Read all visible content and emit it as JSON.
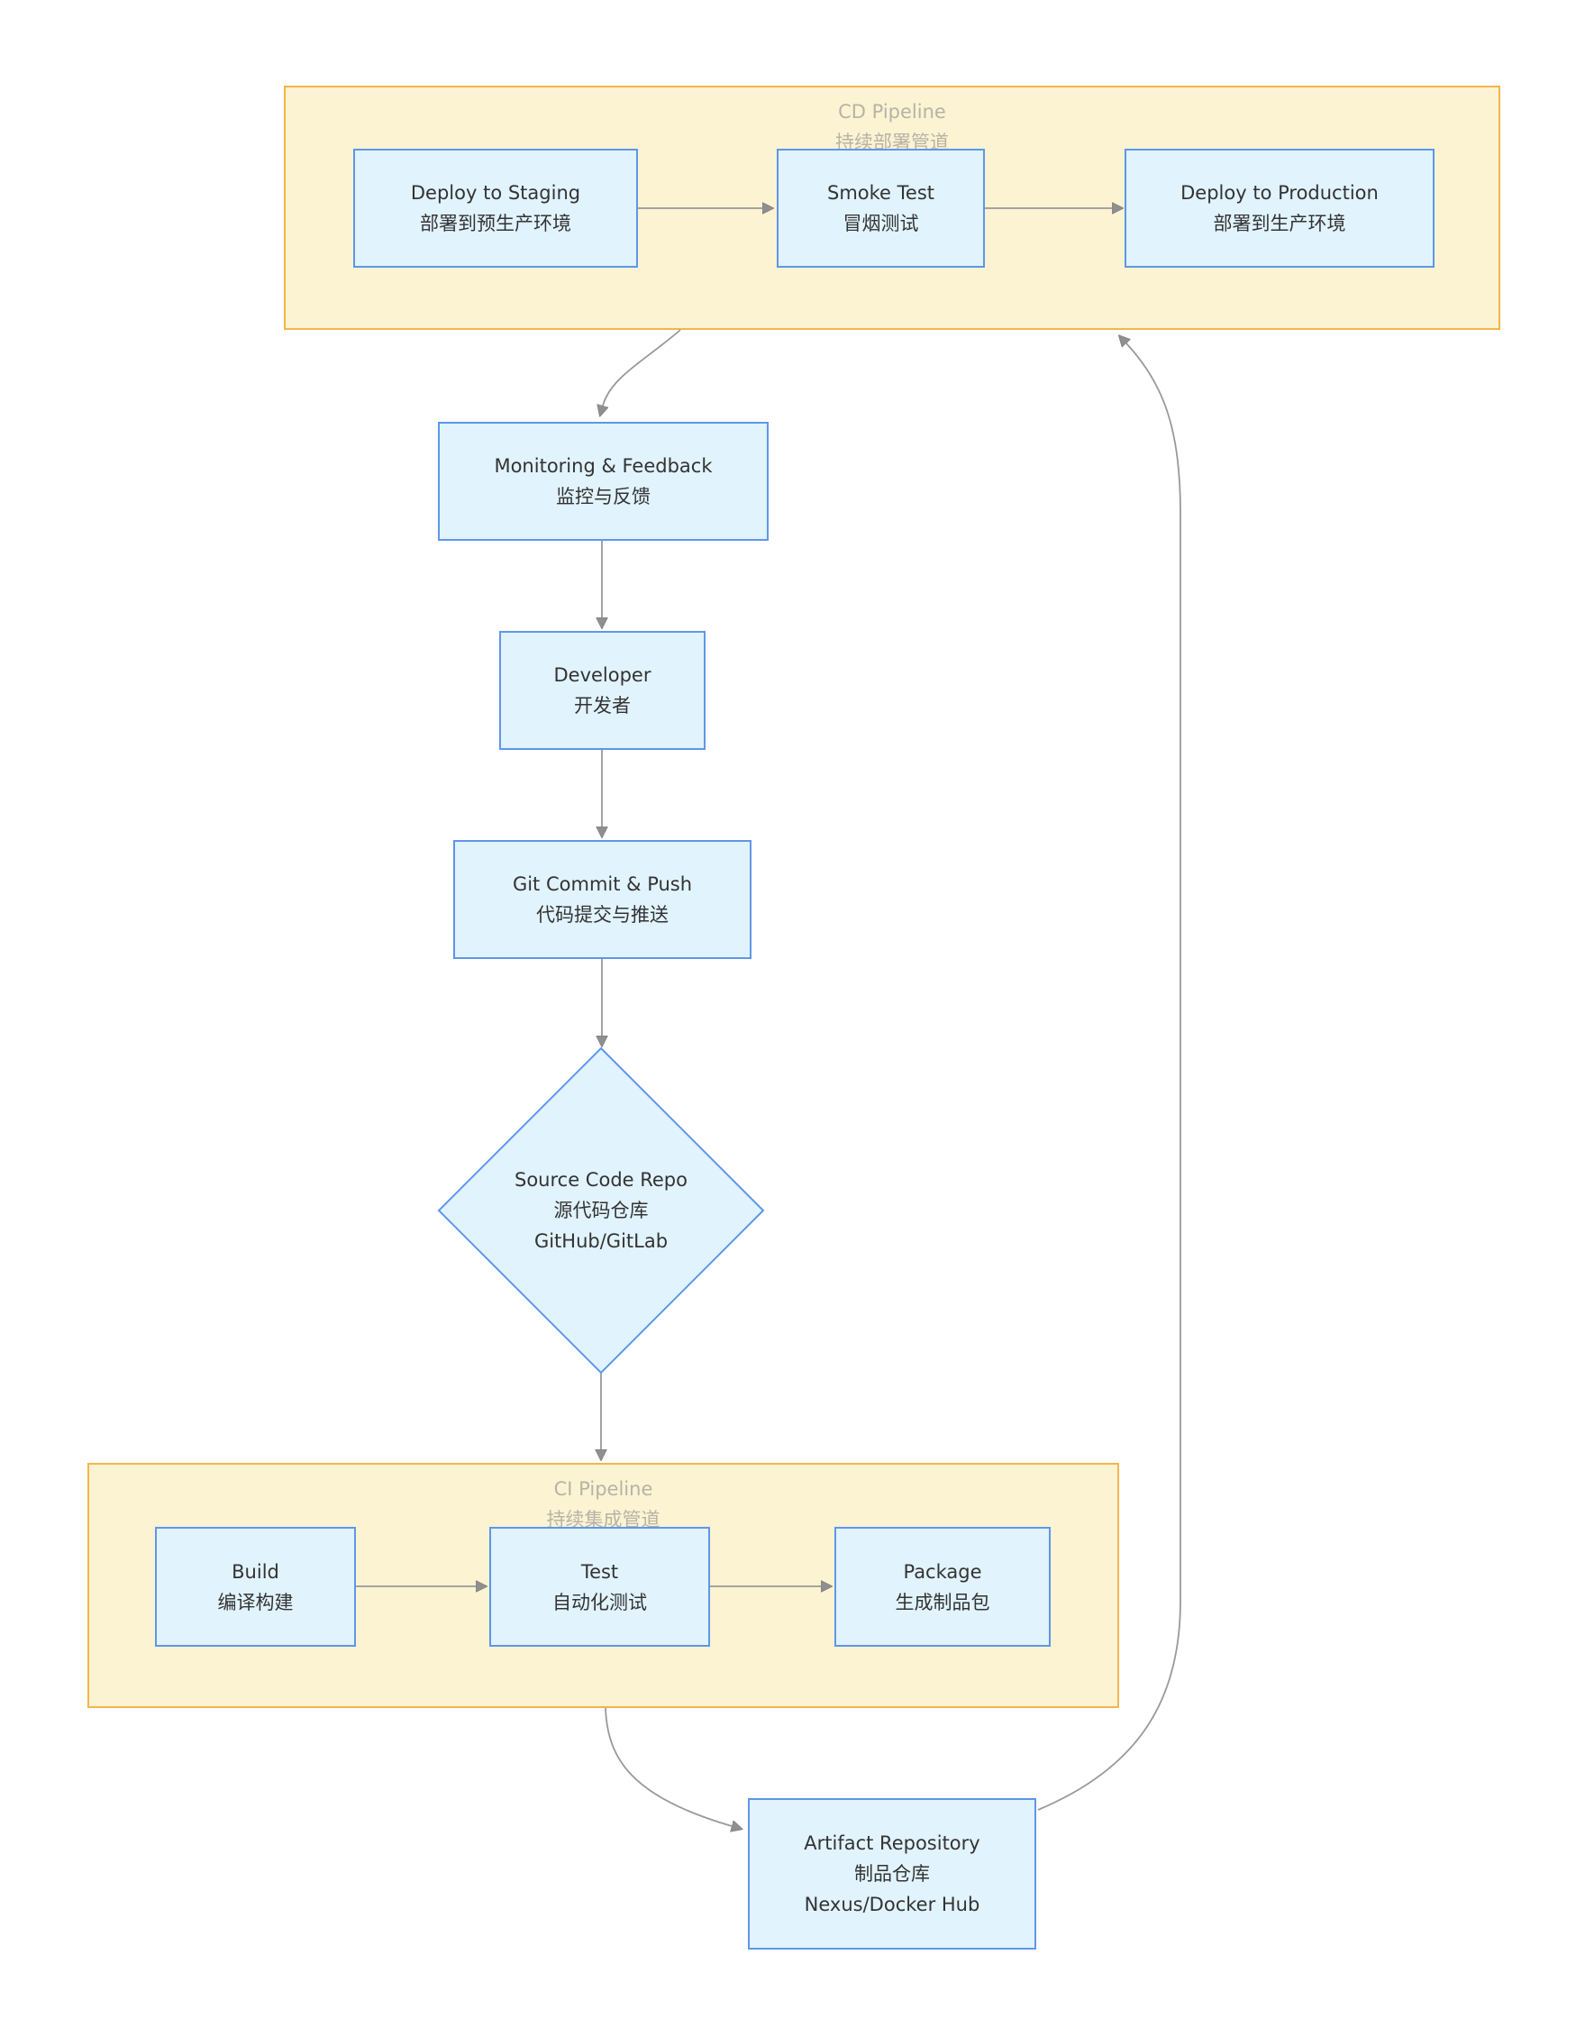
{
  "clusters": {
    "cd": {
      "title": "CD Pipeline",
      "subtitle": "持续部署管道"
    },
    "ci": {
      "title": "CI Pipeline",
      "subtitle": "持续集成管道"
    }
  },
  "nodes": {
    "deploy_staging": {
      "en": "Deploy to Staging",
      "zh": "部署到预生产环境"
    },
    "smoke_test": {
      "en": "Smoke Test",
      "zh": "冒烟测试"
    },
    "deploy_production": {
      "en": "Deploy to Production",
      "zh": "部署到生产环境"
    },
    "monitoring": {
      "en": "Monitoring & Feedback",
      "zh": "监控与反馈"
    },
    "developer": {
      "en": "Developer",
      "zh": "开发者"
    },
    "git_commit": {
      "en": "Git Commit & Push",
      "zh": "代码提交与推送"
    },
    "source_repo": {
      "en": "Source Code Repo",
      "zh": "源代码仓库",
      "sub": "GitHub/GitLab"
    },
    "build": {
      "en": "Build",
      "zh": "编译构建"
    },
    "test": {
      "en": "Test",
      "zh": "自动化测试"
    },
    "package": {
      "en": "Package",
      "zh": "生成制品包"
    },
    "artifact": {
      "en": "Artifact Repository",
      "zh": "制品仓库",
      "sub": "Nexus/Docker Hub"
    }
  },
  "colors": {
    "node-fill": "#e1f3fc",
    "node-border": "#5e97ea",
    "cluster-fill": "#fcf3d2",
    "cluster-border": "#f5b54a",
    "cluster-title": "#b7b3a7",
    "edge": "#999999",
    "arrowhead": "#8f8f8f",
    "node-text": "#333333",
    "page-bg": "#ffffff"
  }
}
